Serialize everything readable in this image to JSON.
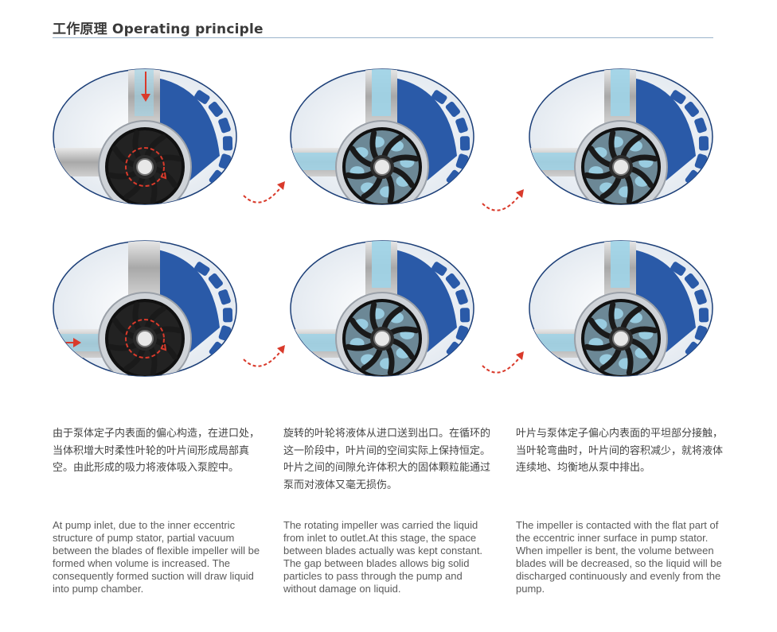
{
  "header": {
    "title": "工作原理 Operating principle"
  },
  "stages": [
    {
      "row": 1,
      "col": 1,
      "inlet_flow": "top",
      "liquid": false,
      "rotation_arrow": true
    },
    {
      "row": 1,
      "col": 2,
      "inlet_flow": "top",
      "liquid": true,
      "rotation_arrow": false
    },
    {
      "row": 1,
      "col": 3,
      "inlet_flow": "top",
      "liquid": true,
      "rotation_arrow": false
    },
    {
      "row": 2,
      "col": 1,
      "inlet_flow": "left",
      "liquid": false,
      "rotation_arrow": true
    },
    {
      "row": 2,
      "col": 2,
      "inlet_flow": "left",
      "liquid": true,
      "rotation_arrow": false
    },
    {
      "row": 2,
      "col": 3,
      "inlet_flow": "left",
      "liquid": true,
      "rotation_arrow": false
    }
  ],
  "colors": {
    "accent_red": "#d93a2b",
    "motor_blue": "#2a5aa8",
    "liquid": "#9fd4e8",
    "rule": "#9ab4cc"
  },
  "columns": [
    {
      "cn": "由于泵体定子内表面的偏心构造，在进口处，当体积增大时柔性叶轮的叶片间形成局部真空。由此形成的吸力将液体吸入泵腔中。",
      "en": "At pump inlet, due to the inner eccentric structure of pump stator, partial vacuum between the blades of flexible impeller will be formed when volume is increased. The consequently formed suction will draw liquid into pump chamber."
    },
    {
      "cn": "旋转的叶轮将液体从进口送到出口。在循环的这一阶段中，叶片间的空间实际上保持恒定。叶片之间的间隙允许体积大的固体颗粒能通过泵而对液体又毫无损伤。",
      "en": "The rotating impeller was carried the liquid from inlet to outlet.At this stage, the space between blades actually was kept constant. The gap between blades allows big solid particles to pass through the pump and without damage on liquid."
    },
    {
      "cn": "叶片与泵体定子偏心内表面的平坦部分接触，当叶轮弯曲时，叶片间的容积减少，就将液体连续地、均衡地从泵中排出。",
      "en": "The impeller is contacted with the flat part of the eccentric inner surface in pump stator. When impeller is bent, the volume between blades will be decreased, so the liquid will be discharged continuously and evenly from the pump."
    }
  ]
}
